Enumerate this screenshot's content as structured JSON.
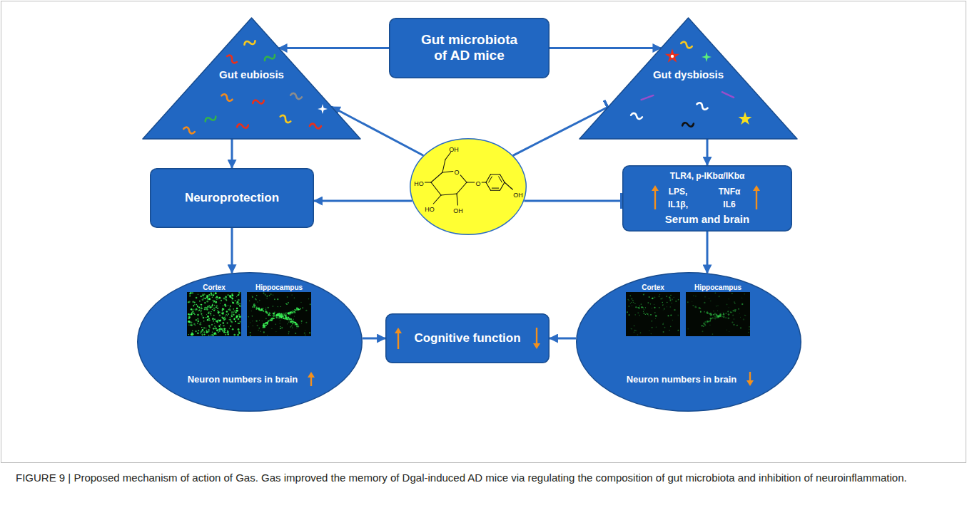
{
  "diagram": {
    "caption": "FIGURE 9 | Proposed mechanism of action of Gas. Gas improved the memory of Dgal-induced AD mice via regulating the composition of gut microbiota and inhibition of neuroinflammation.",
    "nodes": [
      {
        "text": [
          "Gut eubiosis"
        ]
      },
      {
        "text": [
          "Gut microbiota of AD mice"
        ]
      },
      {
        "text": [
          "Gut dysbiosis"
        ]
      },
      {
        "text": [
          "Neuroprotection"
        ]
      },
      {
        "text": [
          "OH",
          "O",
          "HO",
          "O",
          "OH",
          "HO",
          "OH"
        ]
      },
      {
        "text": [
          "TLR4, p-IKbα/IKbα",
          "LPS,",
          "TNFα",
          "IL1β,",
          "IL6",
          "Serum and brain"
        ]
      },
      {
        "text": [
          "Cortex",
          "Hippocampus",
          "Neuron numbers in brain"
        ]
      },
      {
        "text": [
          "Cognitive function"
        ]
      },
      {
        "text": [
          "Cortex",
          "Hippocampus",
          "Neuron numbers in brain"
        ]
      }
    ],
    "edges": [
      {
        "from": 1,
        "to": 0,
        "arrow": "to"
      },
      {
        "from": 1,
        "to": 2,
        "arrow": "to"
      },
      {
        "from": 0,
        "to": 3,
        "arrow": "to"
      },
      {
        "from": 2,
        "to": 5,
        "arrow": "to"
      },
      {
        "from": 4,
        "to": 0,
        "arrow": "to"
      },
      {
        "from": 4,
        "to": 2,
        "arrow": "to"
      },
      {
        "from": 4,
        "to": 3,
        "arrow": "to"
      },
      {
        "from": 4,
        "to": 5,
        "arrow": "to"
      },
      {
        "from": 3,
        "to": 6,
        "arrow": "to"
      },
      {
        "from": 5,
        "to": 8,
        "arrow": "to"
      },
      {
        "from": 6,
        "to": 7,
        "arrow": "to"
      },
      {
        "from": 8,
        "to": 7,
        "arrow": "to"
      }
    ]
  }
}
